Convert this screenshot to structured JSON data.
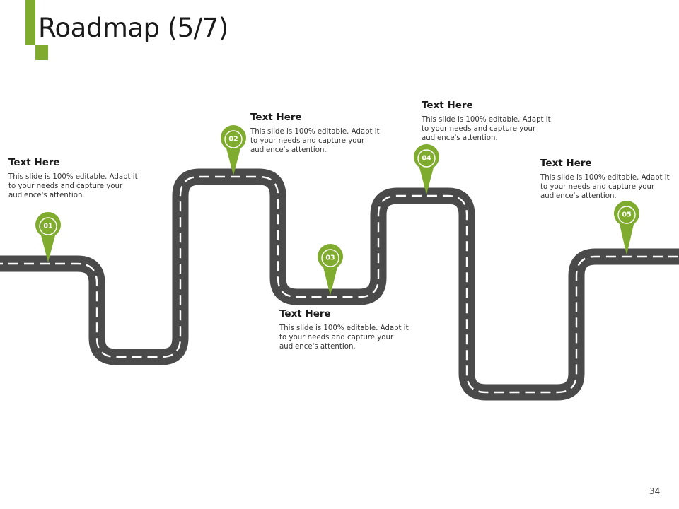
{
  "slide": {
    "title": "Roadmap (5/7)",
    "page_number": "34",
    "accent_color": "#7fab2f",
    "road_color": "#4a4a4a"
  },
  "milestones": [
    {
      "number": "01",
      "heading": "Text Here",
      "body": "This slide is 100% editable. Adapt it to your needs and capture your audience's attention."
    },
    {
      "number": "02",
      "heading": "Text Here",
      "body": "This slide is 100% editable. Adapt it to your needs and capture your audience's attention."
    },
    {
      "number": "03",
      "heading": "Text Here",
      "body": "This slide is 100% editable. Adapt it to your needs and capture your audience's attention."
    },
    {
      "number": "04",
      "heading": "Text Here",
      "body": "This slide is 100% editable. Adapt it to your needs and capture your audience's attention."
    },
    {
      "number": "05",
      "heading": "Text Here",
      "body": "This slide is 100% editable. Adapt it to your needs and capture your audience's attention."
    }
  ]
}
